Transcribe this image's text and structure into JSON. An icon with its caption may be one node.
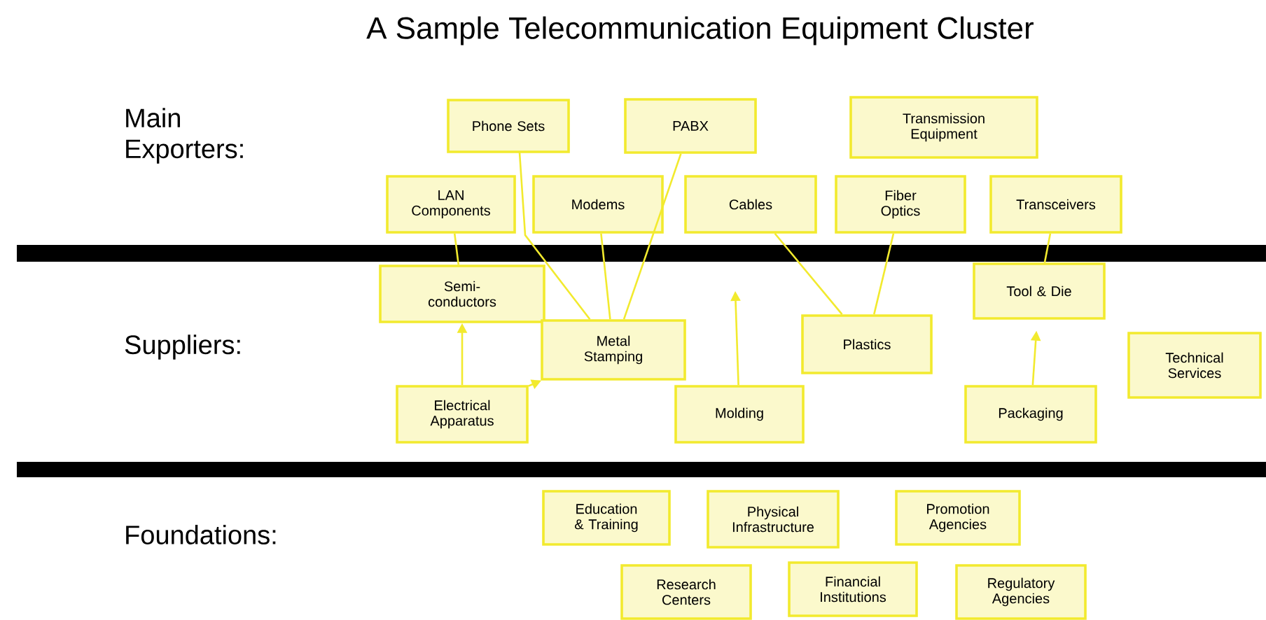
{
  "diagram": {
    "title": "A Sample Telecommunication Equipment Cluster",
    "nodes": [
      {
        "text": [
          "Phone Sets"
        ]
      },
      {
        "text": [
          "PABX"
        ]
      },
      {
        "text": [
          "Transmission Equipment"
        ]
      },
      {
        "text": [
          "LAN Components"
        ]
      },
      {
        "text": [
          "Modems"
        ]
      },
      {
        "text": [
          "Cables"
        ]
      },
      {
        "text": [
          "Fiber Optics"
        ]
      },
      {
        "text": [
          "Transceivers"
        ]
      },
      {
        "text": [
          "Semi-conductors"
        ]
      },
      {
        "text": [
          "Metal Stamping"
        ]
      },
      {
        "text": [
          "Plastics"
        ]
      },
      {
        "text": [
          "Tool & Die"
        ]
      },
      {
        "text": [
          "Technical Services"
        ]
      },
      {
        "text": [
          "Electrical Apparatus"
        ]
      },
      {
        "text": [
          "Molding"
        ]
      },
      {
        "text": [
          "Packaging"
        ]
      },
      {
        "text": [
          "Education & Training"
        ]
      },
      {
        "text": [
          "Physical Infrastructure"
        ]
      },
      {
        "text": [
          "Promotion Agencies"
        ]
      },
      {
        "text": [
          "Research Centers"
        ]
      },
      {
        "text": [
          "Financial Institutions"
        ]
      },
      {
        "text": [
          "Regulatory Agencies"
        ]
      }
    ],
    "edges": [
      {
        "from": 0,
        "to": 9,
        "arrow": "none"
      },
      {
        "from": 1,
        "to": 9,
        "arrow": "none"
      },
      {
        "from": 4,
        "to": 9,
        "arrow": "none"
      },
      {
        "from": 3,
        "to": 8,
        "arrow": "none"
      },
      {
        "from": 5,
        "to": 10,
        "arrow": "none"
      },
      {
        "from": 6,
        "to": 10,
        "arrow": "none"
      },
      {
        "from": 7,
        "to": 11,
        "arrow": "none"
      },
      {
        "from": 13,
        "to": 8,
        "arrow": "to"
      },
      {
        "from": 13,
        "to": 9,
        "arrow": "to"
      },
      {
        "from": 14,
        "to": null,
        "arrow": "to"
      },
      {
        "from": 15,
        "to": 11,
        "arrow": "to"
      }
    ],
    "labels": [
      "Main Exporters:",
      "Suppliers:",
      "Foundations:"
    ]
  }
}
